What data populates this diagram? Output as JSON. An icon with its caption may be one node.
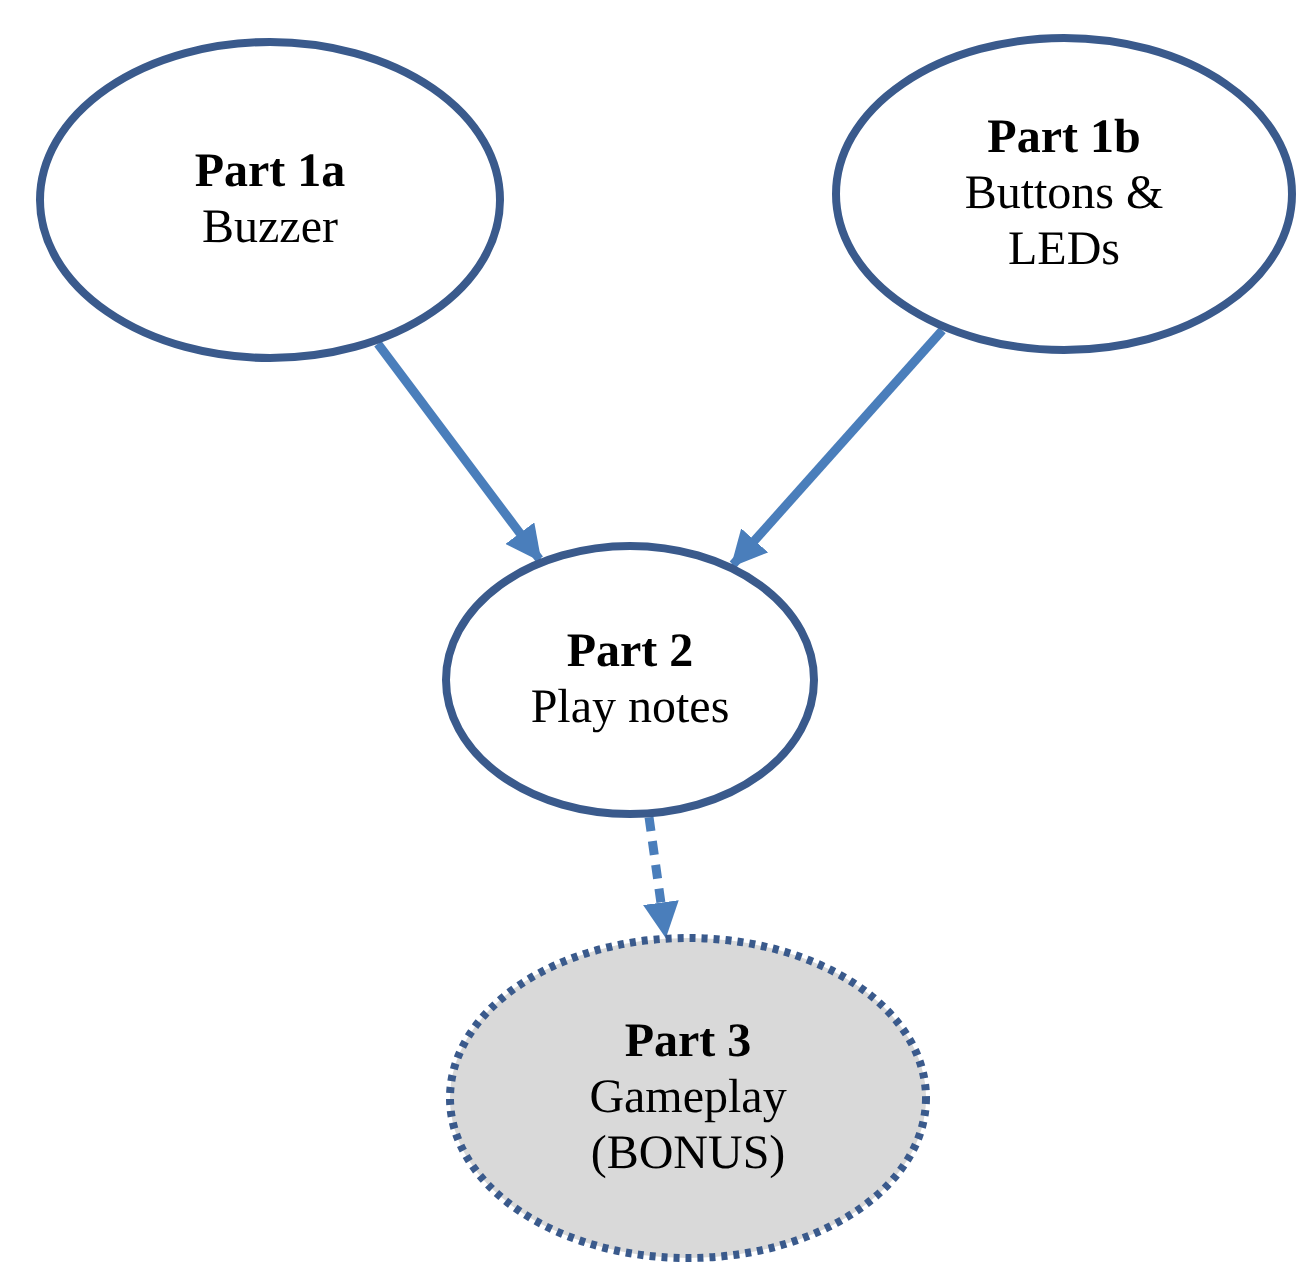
{
  "diagram": {
    "nodes": [
      {
        "text": [
          "Part 1a",
          "Buzzer"
        ]
      },
      {
        "text": [
          "Part 1b",
          "Buttons & LEDs"
        ]
      },
      {
        "text": [
          "Part 2",
          "Play notes"
        ]
      },
      {
        "text": [
          "Part 3",
          "Gameplay (BONUS)"
        ]
      }
    ],
    "edges": [
      {
        "from": 0,
        "to": 2,
        "arrow": "to"
      },
      {
        "from": 1,
        "to": 2,
        "arrow": "to"
      },
      {
        "from": 2,
        "to": 3,
        "arrow": "to",
        "style": "dashed"
      }
    ]
  }
}
